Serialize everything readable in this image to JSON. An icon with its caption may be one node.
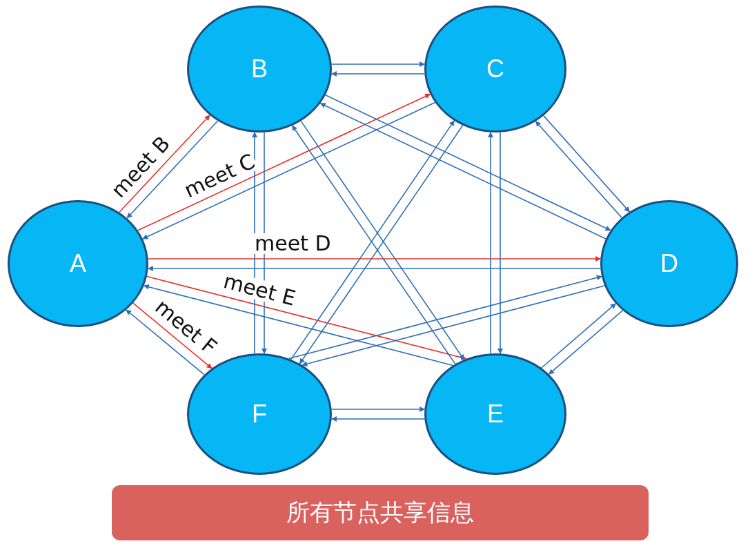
{
  "diagram": {
    "nodes": [
      {
        "text": [
          "A"
        ]
      },
      {
        "text": [
          "B"
        ]
      },
      {
        "text": [
          "C"
        ]
      },
      {
        "text": [
          "D"
        ]
      },
      {
        "text": [
          "E"
        ]
      },
      {
        "text": [
          "F"
        ]
      },
      {
        "text": [
          "所有节点共享信息"
        ]
      }
    ],
    "edges": [
      {
        "from": 0,
        "to": 1,
        "arrow": "to",
        "label": "meet B",
        "color": "#e8302a"
      },
      {
        "from": 0,
        "to": 2,
        "arrow": "to",
        "label": "meet C",
        "color": "#e8302a"
      },
      {
        "from": 0,
        "to": 3,
        "arrow": "to",
        "label": "meet D",
        "color": "#e8302a"
      },
      {
        "from": 0,
        "to": 4,
        "arrow": "to",
        "label": "meet E",
        "color": "#e8302a"
      },
      {
        "from": 0,
        "to": 5,
        "arrow": "to",
        "label": "meet F",
        "color": "#e8302a"
      },
      {
        "from": 1,
        "to": 0,
        "arrow": "to"
      },
      {
        "from": 2,
        "to": 0,
        "arrow": "to"
      },
      {
        "from": 3,
        "to": 0,
        "arrow": "to"
      },
      {
        "from": 4,
        "to": 0,
        "arrow": "to"
      },
      {
        "from": 5,
        "to": 0,
        "arrow": "to"
      },
      {
        "from": 1,
        "to": 2,
        "arrow": "to"
      },
      {
        "from": 2,
        "to": 1,
        "arrow": "to"
      },
      {
        "from": 1,
        "to": 3,
        "arrow": "to"
      },
      {
        "from": 3,
        "to": 1,
        "arrow": "to"
      },
      {
        "from": 1,
        "to": 4,
        "arrow": "to"
      },
      {
        "from": 4,
        "to": 1,
        "arrow": "to"
      },
      {
        "from": 1,
        "to": 5,
        "arrow": "to"
      },
      {
        "from": 5,
        "to": 1,
        "arrow": "to"
      },
      {
        "from": 2,
        "to": 3,
        "arrow": "to"
      },
      {
        "from": 3,
        "to": 2,
        "arrow": "to"
      },
      {
        "from": 2,
        "to": 4,
        "arrow": "to"
      },
      {
        "from": 4,
        "to": 2,
        "arrow": "to"
      },
      {
        "from": 2,
        "to": 5,
        "arrow": "to"
      },
      {
        "from": 5,
        "to": 2,
        "arrow": "to"
      },
      {
        "from": 3,
        "to": 4,
        "arrow": "to"
      },
      {
        "from": 4,
        "to": 3,
        "arrow": "to"
      },
      {
        "from": 3,
        "to": 5,
        "arrow": "to"
      },
      {
        "from": 5,
        "to": 3,
        "arrow": "to"
      },
      {
        "from": 5,
        "to": 4,
        "arrow": "to"
      },
      {
        "from": 4,
        "to": 5,
        "arrow": "to"
      }
    ]
  }
}
